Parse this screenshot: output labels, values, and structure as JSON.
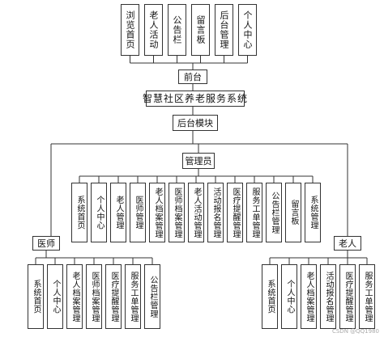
{
  "frontend_modules": [
    "浏览首页",
    "老人活动",
    "公告栏",
    "留言板",
    "后台管理",
    "个人中心"
  ],
  "frontend_label": "前台",
  "system_title": "智慧社区养老服务系统",
  "backend_label": "后台模块",
  "admin_label": "管理员",
  "admin_modules": [
    "系统首页",
    "个人中心",
    "老人管理",
    "医师管理",
    "老人档案管理",
    "医师档案管理",
    "老人活动管理",
    "活动报名管理",
    "医疗提醒管理",
    "服务工单管理",
    "公告栏管理",
    "留言板",
    "系统管理"
  ],
  "doctor_label": "医师",
  "doctor_modules": [
    "系统首页",
    "个人中心",
    "老人档案管理",
    "医师档案管理",
    "医疗提醒管理",
    "服务工单管理",
    "公告栏管理"
  ],
  "elder_label": "老人",
  "elder_modules": [
    "系统首页",
    "个人中心",
    "老人档案管理",
    "活动报名管理",
    "医疗提醒管理",
    "服务工单管理"
  ],
  "watermark": "CSDN @QQ1980"
}
